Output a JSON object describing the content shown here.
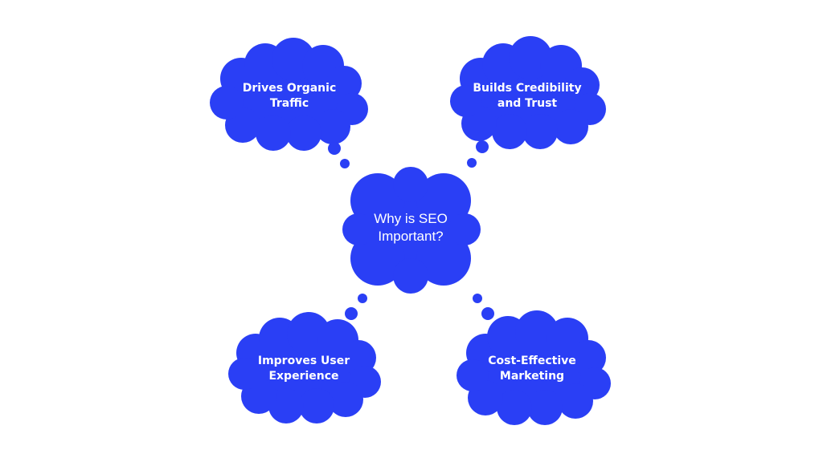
{
  "diagram": {
    "fill_color": "#2a3ff5",
    "text_color": "#ffffff",
    "center": {
      "text": "Why is SEO\nImportant?"
    },
    "nodes": [
      {
        "id": "top-left",
        "text": "Drives Organic\nTraffic"
      },
      {
        "id": "top-right",
        "text": "Builds Credibility\nand Trust"
      },
      {
        "id": "bottom-left",
        "text": "Improves User\nExperience"
      },
      {
        "id": "bottom-right",
        "text": "Cost-Effective\nMarketing"
      }
    ]
  }
}
